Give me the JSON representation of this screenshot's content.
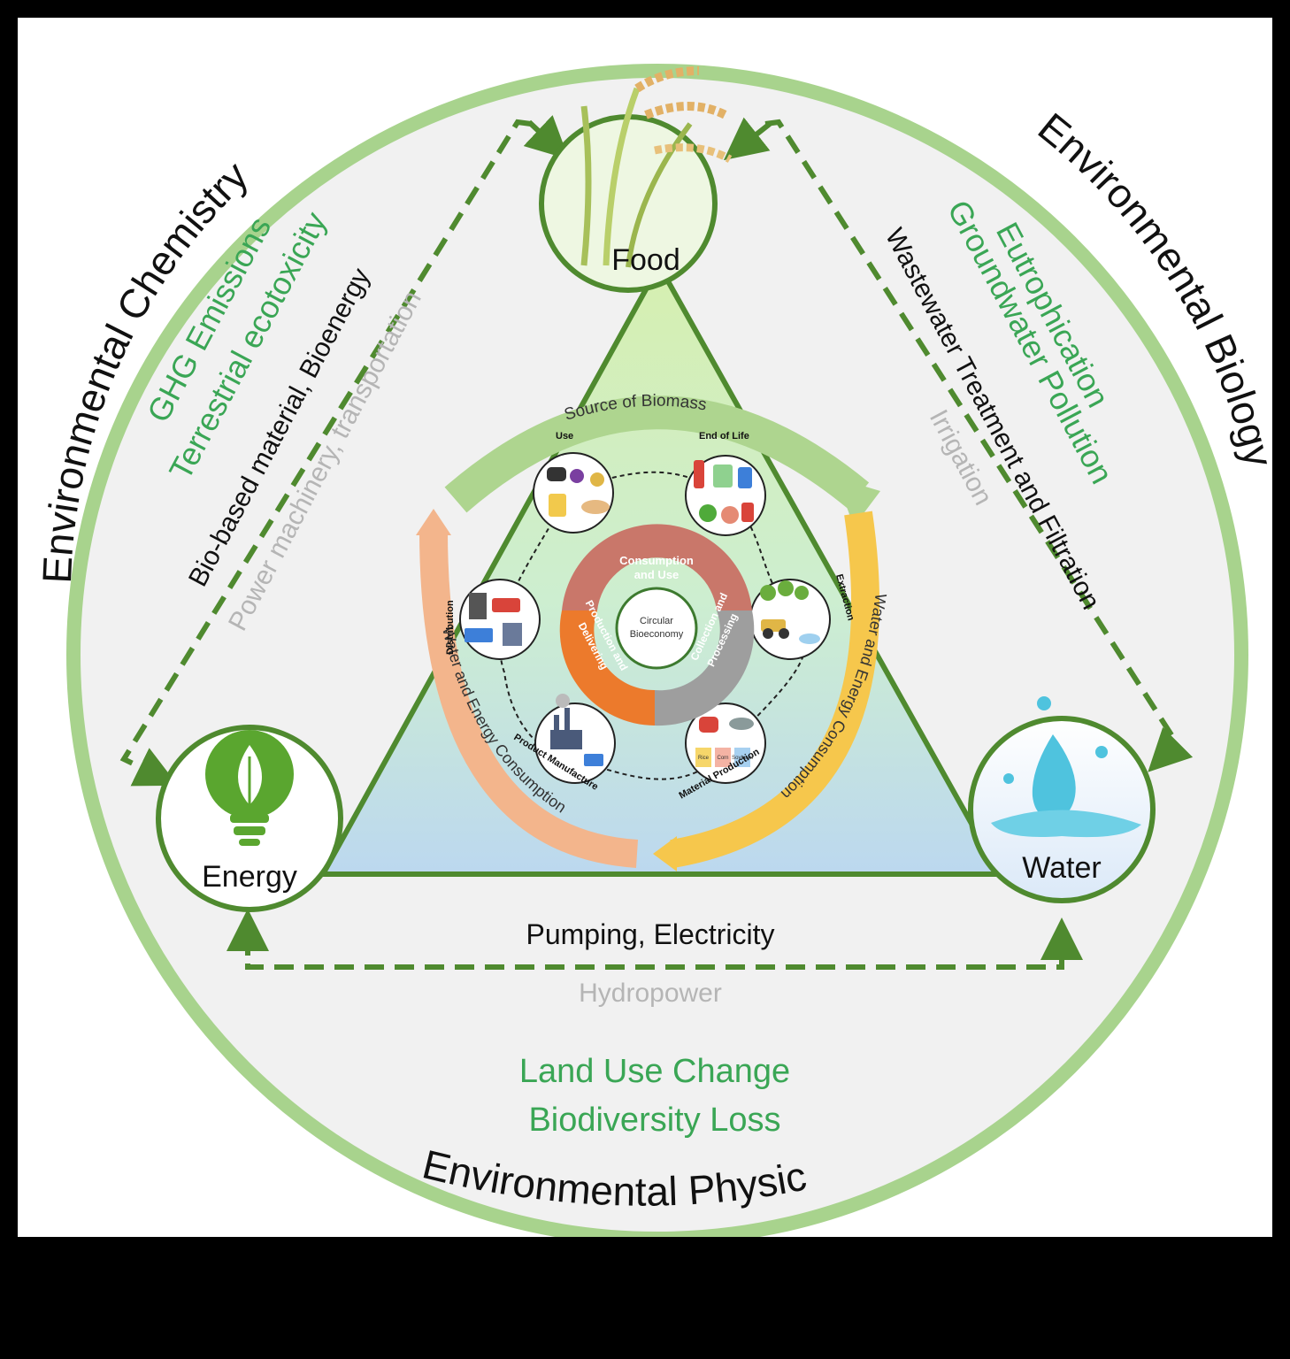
{
  "domains": {
    "chemistry": "Environmental Chemistry",
    "biology": "Environmental Biology",
    "physic": "Environmental Physic"
  },
  "impacts": {
    "ghg": "GHG Emissions",
    "terrestrial": "Terrestrial  ecotoxicity",
    "eutrophication": "Eutrophication",
    "groundwater": "Groundwater Pollution",
    "land_use": "Land Use Change",
    "biodiversity": "Biodiversity Loss"
  },
  "links": {
    "bio_based": "Bio-based material, Bioenergy",
    "power_machinery": "Power machinery, transportation",
    "wastewater": "Wastewater Treatment and Filtration",
    "irrigation": "Irrigation",
    "pumping": "Pumping, Electricity",
    "hydropower": "Hydropower"
  },
  "nodes": {
    "food": "Food",
    "energy": "Energy",
    "water": "Water"
  },
  "cycle": {
    "source_biomass": "Source of Biomass",
    "water_energy_left": "Water and Energy Consumption",
    "water_energy_right": "Water and Energy Consumption",
    "stages": {
      "use": "Use",
      "end_of_life": "End of Life",
      "extraction": "Extraction",
      "material_production": "Material Production",
      "product_manufacture": "Product Manufacture",
      "distribution": "Distribution"
    },
    "core": {
      "consumption_1": "Consumption",
      "consumption_2": "and Use",
      "collection_1": "Collection and",
      "collection_2": "Processing",
      "production_1": "Production and",
      "production_2": "Delivering",
      "center_1": "Circular",
      "center_2": "Bioeconomy"
    },
    "product_labels": [
      "Rice",
      "Corn",
      "Soybean"
    ]
  },
  "colors": {
    "ring": "#a8d38d",
    "dark_green": "#4f8a2f",
    "impact_green": "#3aa655",
    "grey_text": "#b5b5b5",
    "orange": "#f0a070",
    "yellow": "#f6c74c",
    "core_red": "#c9776a",
    "core_orange": "#ec7a2c",
    "core_grey": "#9e9e9e"
  }
}
